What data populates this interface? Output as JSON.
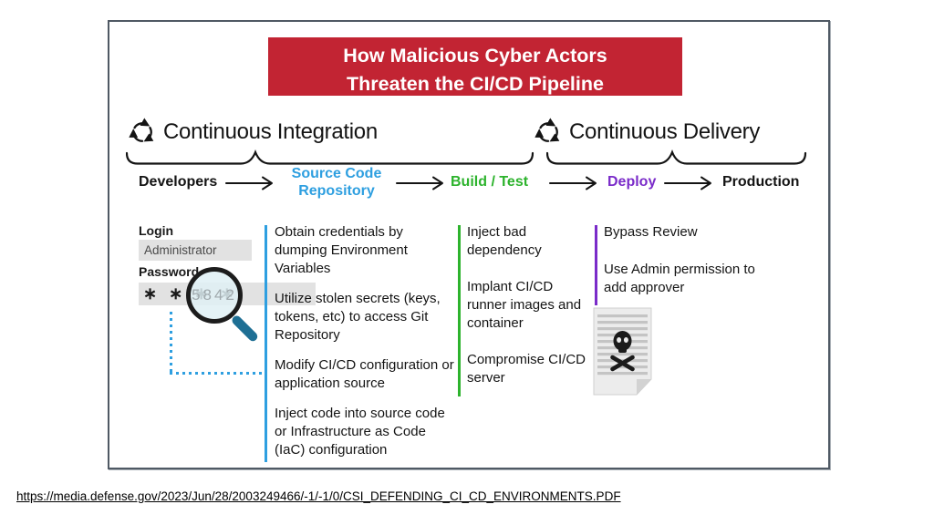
{
  "banner": {
    "title_line1": "How Malicious Cyber Actors",
    "title_line2": "Threaten the CI/CD Pipeline"
  },
  "sections": {
    "ci_label": "Continuous Integration",
    "cd_label": "Continuous Delivery"
  },
  "stages": {
    "developers": "Developers",
    "source_code_line1": "Source Code",
    "source_code_line2": "Repository",
    "build_test": "Build / Test",
    "deploy": "Deploy",
    "production": "Production"
  },
  "login_form": {
    "login_label": "Login",
    "login_value": "Administrator",
    "password_label": "Password",
    "password_mask": "∗ ∗ ∗ ∗",
    "password_revealed": "5842"
  },
  "threats": {
    "source_code_repository": [
      "Obtain credentials by dumping Environment Variables",
      "Utilize stolen secrets (keys, tokens, etc) to access Git Repository",
      "Modify CI/CD configuration or application source",
      "Inject code into source code or Infrastructure as Code (IaC) configuration"
    ],
    "build_test": [
      "Inject bad dependency",
      "Implant CI/CD runner images and container",
      "Compromise CI/CD server"
    ],
    "deploy": [
      "Bypass Review",
      "Use Admin permission to add approver"
    ]
  },
  "icons": {
    "ci_icon": "cycle-arrows",
    "cd_icon": "cycle-arrows",
    "magnifier": "magnifying-glass",
    "malware_document": "skull-and-crossbones-document",
    "flow_arrow": "right-arrow"
  },
  "colors": {
    "banner_red": "#C22433",
    "source_code_blue": "#2E9FE0",
    "build_test_green": "#2DB32D",
    "deploy_purple": "#7A2BC9",
    "magnifier_handle_teal": "#1E6F94"
  },
  "footer": {
    "url": "https://media.defense.gov/2023/Jun/28/2003249466/-1/-1/0/CSI_DEFENDING_CI_CD_ENVIRONMENTS.PDF"
  }
}
